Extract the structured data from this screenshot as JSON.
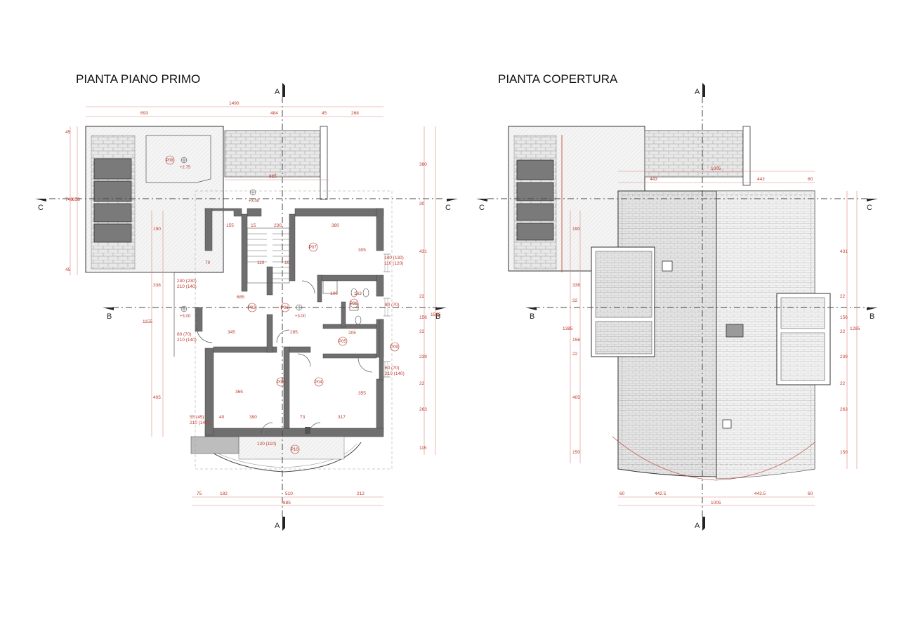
{
  "titles": {
    "left": "PIANTA PIANO PRIMO",
    "right": "PIANTA COPERTURA"
  },
  "section_markers": {
    "a": "A",
    "b": "B",
    "c": "C"
  },
  "rooms": {
    "p08": "P08",
    "p07": "P07",
    "p02": "P02",
    "p01": "P01",
    "p06": "P06",
    "p05": "P05",
    "p09": "P09",
    "p03": "P03",
    "p04": "P04",
    "p10": "P10"
  },
  "levels": {
    "terrace": "+2.75",
    "upper": "+3.00",
    "left": "+3.00",
    "center": "+3.00"
  },
  "left_plan_dims": {
    "top_total": "1490",
    "top_1": "693",
    "top_2": "484",
    "top_3": "45",
    "top_4": "268",
    "depth_885": "885",
    "bottom_1": "75",
    "bottom_2": "182",
    "bottom_3": "510",
    "bottom_4": "212",
    "bottom_total": "885",
    "right_1": "380",
    "right_2": "30",
    "right_3": "431",
    "right_4": "22",
    "right_5": "156",
    "right_6": "22",
    "right_7": "239",
    "right_8": "22",
    "right_9": "263",
    "right_10": "115",
    "right_total": "1565",
    "left_1": "45",
    "left_2": "748",
    "left_3": "658",
    "left_4": "45",
    "left_5": "1155",
    "inner_190": "190",
    "inner_338": "338",
    "inner_405": "405",
    "r_155": "155",
    "r_15": "15",
    "r_230": "230",
    "r_380": "380",
    "r_305": "305",
    "r_110": "110",
    "r_10": "10",
    "r_70": "70",
    "r_685": "685",
    "r_345": "345",
    "r_285": "285",
    "r_100": "100",
    "r_163": "163",
    "r_365": "365",
    "r_390": "390",
    "r_73": "73",
    "r_317": "317",
    "r_355": "355",
    "r_40": "40",
    "r_205": "205",
    "door_1": "80 (70)",
    "door_2": "210 (140)",
    "door_3": "240 (230)",
    "door_4": "55 (45)",
    "door_5": "140 (130)",
    "door_6": "110 (120)",
    "door_7": "120 (110)",
    "door_8": "60 (70)"
  },
  "right_plan_dims": {
    "top_total": "1005",
    "top_1": "443",
    "top_2": "442",
    "top_3": "60",
    "bottom_1": "60",
    "bottom_2": "442.5",
    "bottom_3": "442.5",
    "bottom_4": "60",
    "bottom_total": "1005",
    "left_1": "190",
    "left_2": "338",
    "left_3": "1385",
    "left_4": "22",
    "left_5": "156",
    "left_6": "22",
    "left_7": "405",
    "left_8": "150",
    "right_1": "431",
    "right_2": "22",
    "right_3": "156",
    "right_4": "22",
    "right_5": "239",
    "right_6": "22",
    "right_7": "263",
    "right_8": "150",
    "right_total": "1285"
  }
}
